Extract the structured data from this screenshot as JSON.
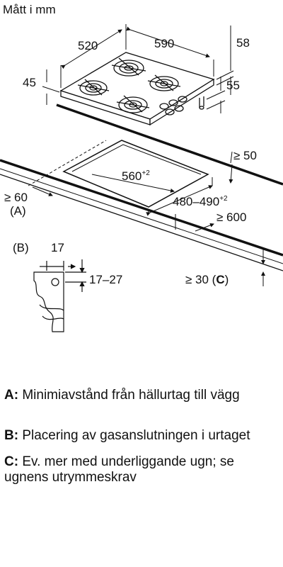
{
  "header": {
    "units_label": "Mått i mm"
  },
  "dimensions": {
    "hob_depth": "520",
    "hob_width": "590",
    "hob_height_right": "58",
    "hob_height_left": "45",
    "gas_inlet_height": "55",
    "cutout_width": "560",
    "cutout_width_tolerance": "+2",
    "cutout_depth": "480–490",
    "cutout_depth_tolerance": "+2",
    "rear_clearance": "≥ 50",
    "side_clearance": "≥ 60",
    "front_clearance": "≥ 600",
    "detail_b_width": "17",
    "detail_b_height": "17–27",
    "under_clearance": "≥ 30 ("
  },
  "markers": {
    "a": "(A)",
    "b": "(B)",
    "c": "C",
    "c_close": ")"
  },
  "legend": [
    {
      "key": "A:",
      "text": "Minimiavstånd från hällurtag till vägg"
    },
    {
      "key": "B:",
      "text": "Placering av gasanslutningen i urtaget"
    },
    {
      "key": "C:",
      "text": "Ev. mer med underliggande ugn; se ugnens utrymmeskrav"
    }
  ]
}
